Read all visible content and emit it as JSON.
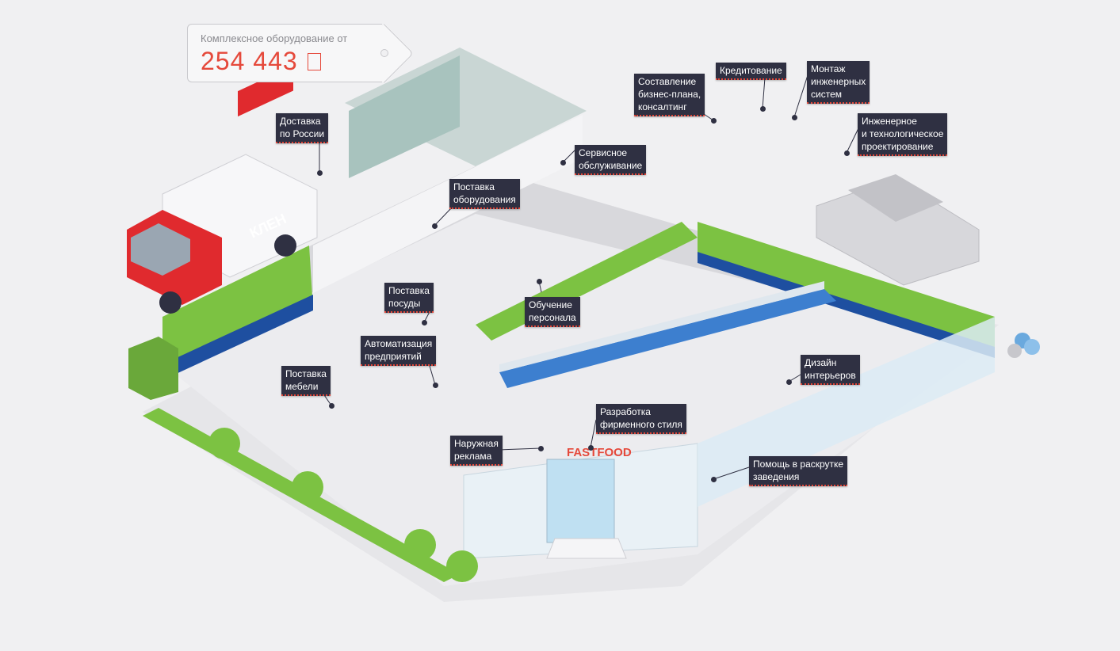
{
  "price": {
    "caption": "Комплексное оборудование от",
    "value": "254 443"
  },
  "labels": [
    {
      "id": "delivery",
      "text": "Доставка\nпо России"
    },
    {
      "id": "equipment",
      "text": "Поставка\nоборудования"
    },
    {
      "id": "service",
      "text": "Сервисное\nобслуживание"
    },
    {
      "id": "business",
      "text": "Составление\nбизнес-плана,\nконсалтинг"
    },
    {
      "id": "credit",
      "text": "Кредитование"
    },
    {
      "id": "engineering",
      "text": "Монтаж\nинженерных\nсистем"
    },
    {
      "id": "design-tech",
      "text": "Инженерное\nи технологическое\nпроектирование"
    },
    {
      "id": "dishes",
      "text": "Поставка\nпосуды"
    },
    {
      "id": "training",
      "text": "Обучение\nперсонала"
    },
    {
      "id": "automation",
      "text": "Автоматизация\nпредприятий"
    },
    {
      "id": "furniture",
      "text": "Поставка\nмебели"
    },
    {
      "id": "interior",
      "text": "Дизайн\nинтерьеров"
    },
    {
      "id": "branding",
      "text": "Разработка\nфирменного стиля"
    },
    {
      "id": "outdoor",
      "text": "Наружная\nреклама"
    },
    {
      "id": "promotion",
      "text": "Помощь в раскрутке\nзаведения"
    }
  ],
  "scene": {
    "truck_brand": "КЛЕН",
    "sign_text": "FASTFOOD"
  },
  "colors": {
    "accent": "#e5493b",
    "label_bg": "#2f3042",
    "wall_green": "#7cc242",
    "wall_blue": "#1e4fa0",
    "truck_red": "#e02a2e"
  }
}
